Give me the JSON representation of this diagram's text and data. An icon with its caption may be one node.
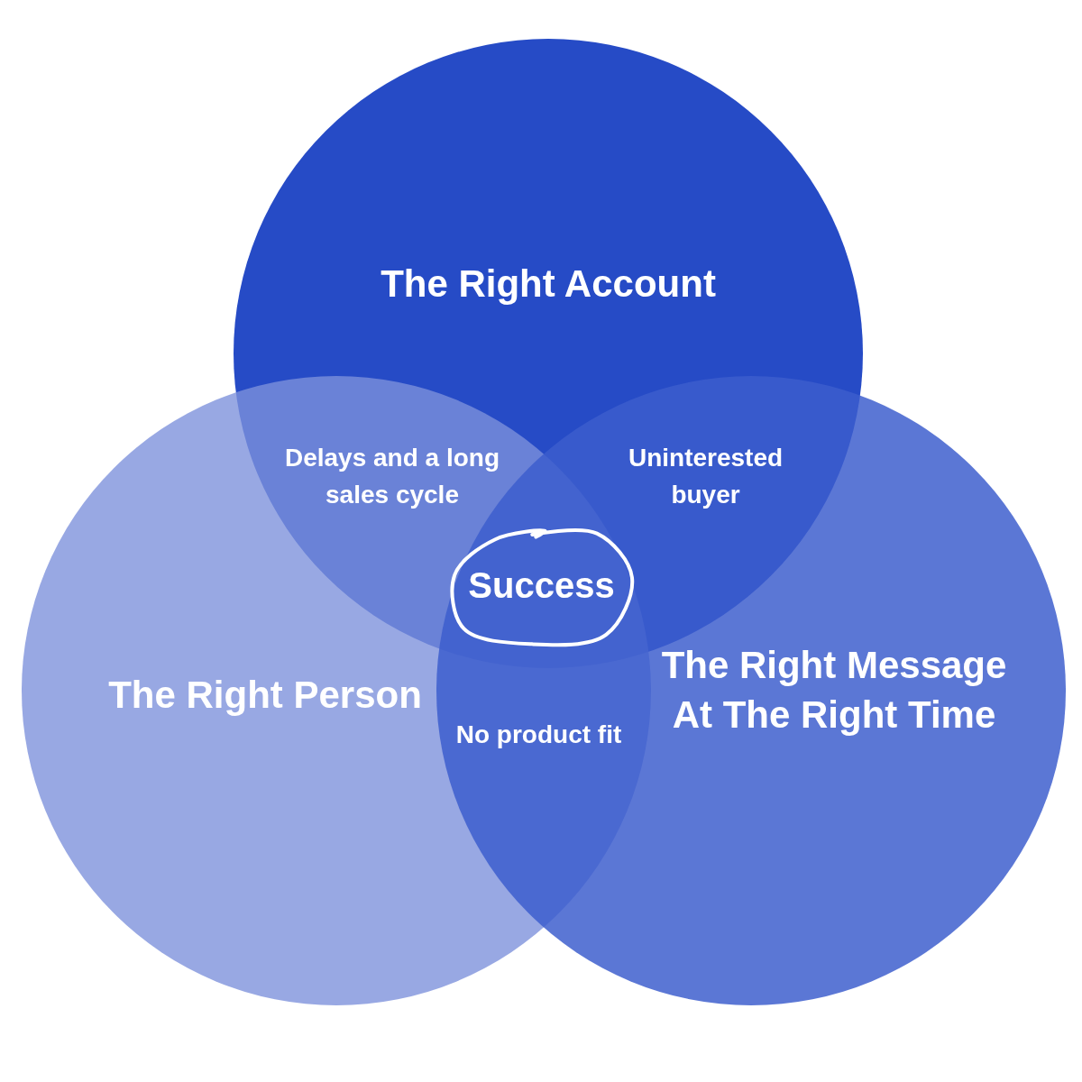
{
  "diagram": {
    "nodes": [
      {
        "text": [
          "The Right Account"
        ]
      },
      {
        "text": [
          "The Right Person"
        ]
      },
      {
        "text": [
          "The Right Message At The Right Time"
        ]
      },
      {
        "text": [
          "Success"
        ]
      }
    ],
    "labels": [
      "Delays and a long sales cycle",
      "Uninterested buyer",
      "No product fit"
    ]
  }
}
